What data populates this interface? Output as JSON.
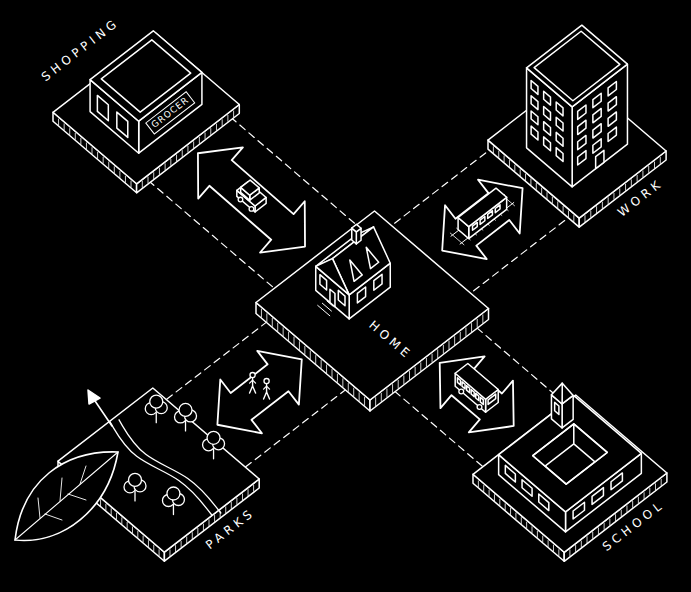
{
  "diagram": {
    "nodes": [
      {
        "text": [
          "SHOPPING"
        ]
      },
      {
        "text": [
          "WORK"
        ]
      },
      {
        "text": [
          "HOME"
        ]
      },
      {
        "text": [
          "PARKS"
        ]
      },
      {
        "text": [
          "SCHOOL"
        ]
      }
    ],
    "edges": [
      {
        "from": 2,
        "to": 0,
        "arrow": "both"
      },
      {
        "from": 2,
        "to": 1,
        "arrow": "both"
      },
      {
        "from": 2,
        "to": 3,
        "arrow": "both"
      },
      {
        "from": 2,
        "to": 4,
        "arrow": "both"
      }
    ],
    "labels": [
      "GROCER"
    ]
  }
}
